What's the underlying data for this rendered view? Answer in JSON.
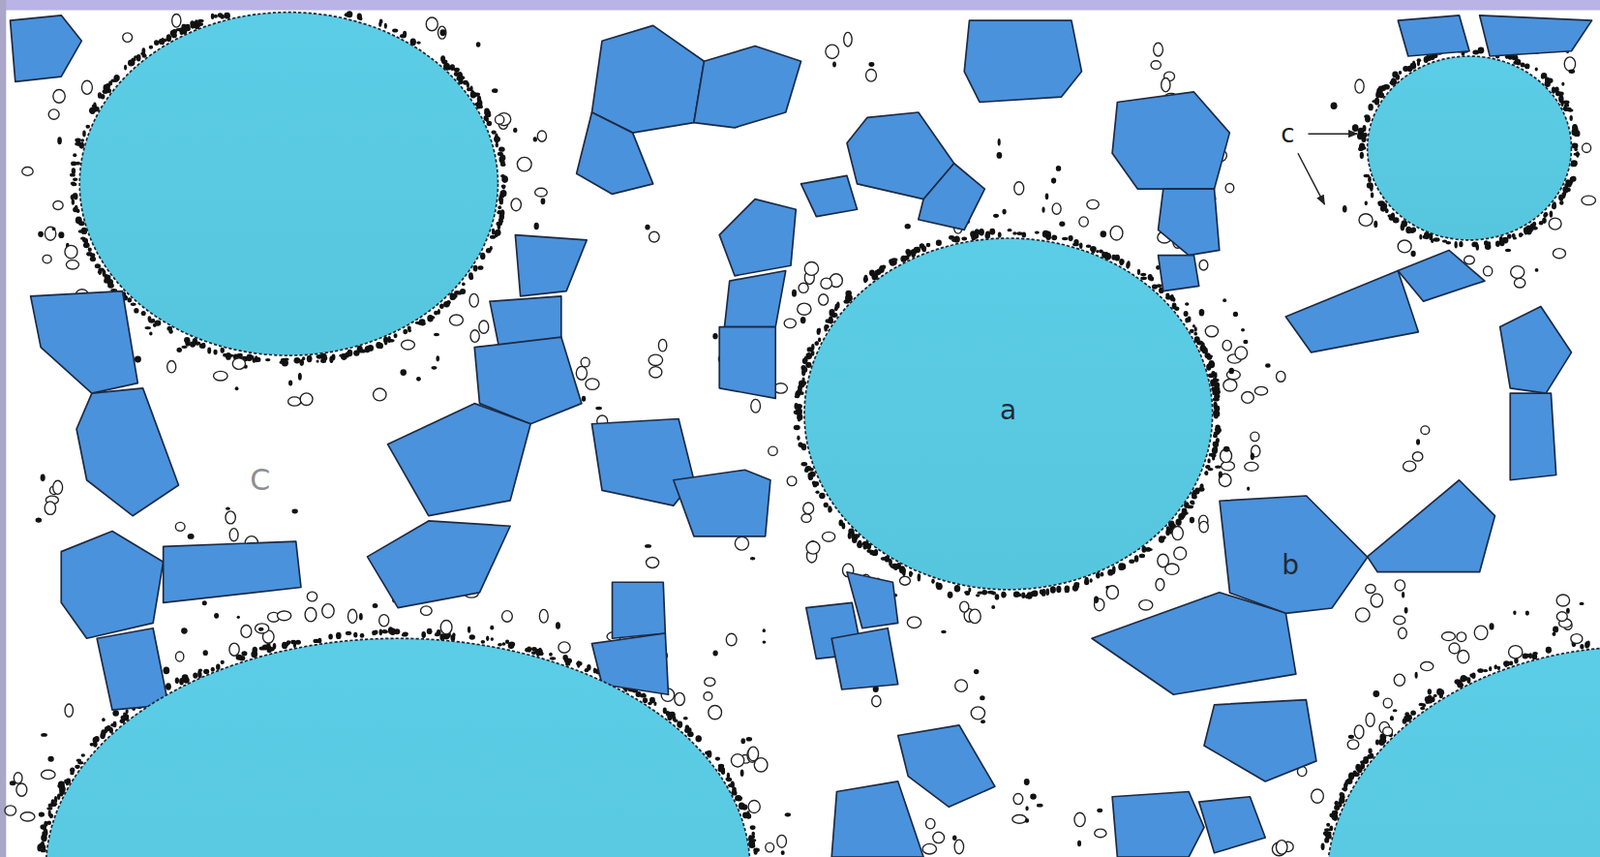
{
  "diagram": {
    "nodes": [
      {
        "text": [
          "a"
        ]
      },
      {
        "text": [
          "b"
        ]
      }
    ],
    "labels": [
      "c",
      "C"
    ]
  }
}
